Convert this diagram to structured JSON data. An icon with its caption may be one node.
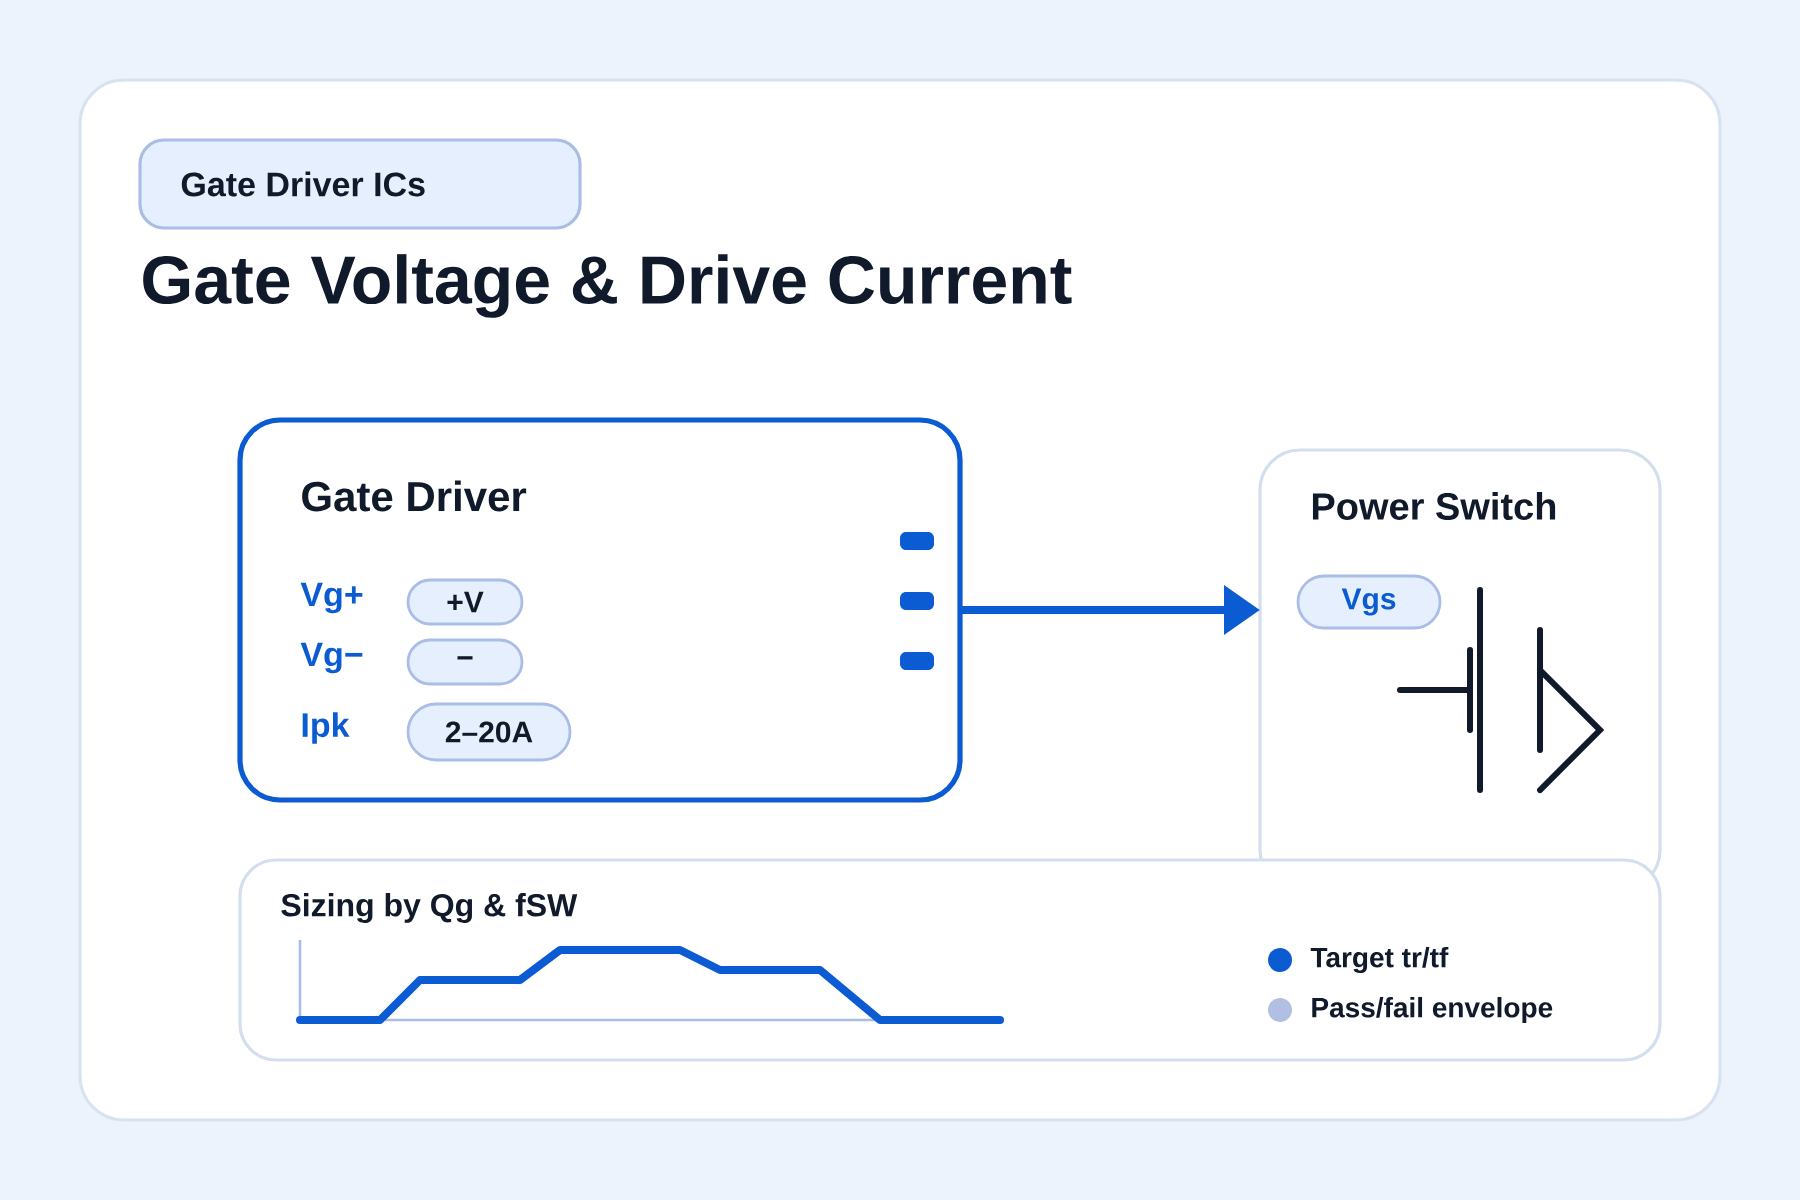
{
  "diagram": {
    "title": "Gate Voltage & Drive Current",
    "nodes": [
      {
        "text": [
          "Gate Driver ICs"
        ]
      },
      {
        "text": [
          "Gate Driver"
        ]
      },
      {
        "text": [
          "+V"
        ],
        "in": 1,
        "beside": [
          "Vg+"
        ]
      },
      {
        "text": [
          "−"
        ],
        "in": 1,
        "beside": [
          "Vg−"
        ]
      },
      {
        "text": [
          "2–20A"
        ],
        "in": 1,
        "beside": [
          "Ipk"
        ]
      },
      {
        "text": [
          "Power Switch"
        ]
      },
      {
        "text": [
          "Vgs"
        ],
        "in": 5
      },
      {
        "text": [
          "Sizing by Qg & fSW"
        ]
      }
    ],
    "edges": [
      {
        "from": 1,
        "to": 5,
        "arrow": "to"
      }
    ],
    "legend": [
      {
        "text": "Target tr/tf",
        "color": "#0b5bd3"
      },
      {
        "text": "Pass/fail envelope",
        "color": "#b0bfe3"
      }
    ]
  }
}
